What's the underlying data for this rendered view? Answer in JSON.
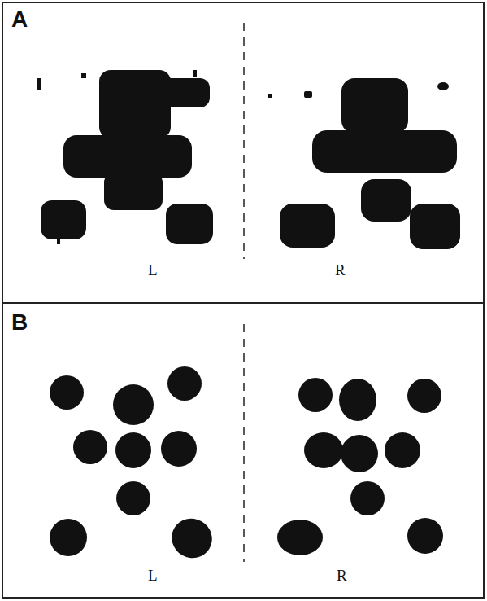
{
  "diagram": {
    "labels": [
      "A",
      "L",
      "R",
      "B",
      "L",
      "R"
    ]
  }
}
